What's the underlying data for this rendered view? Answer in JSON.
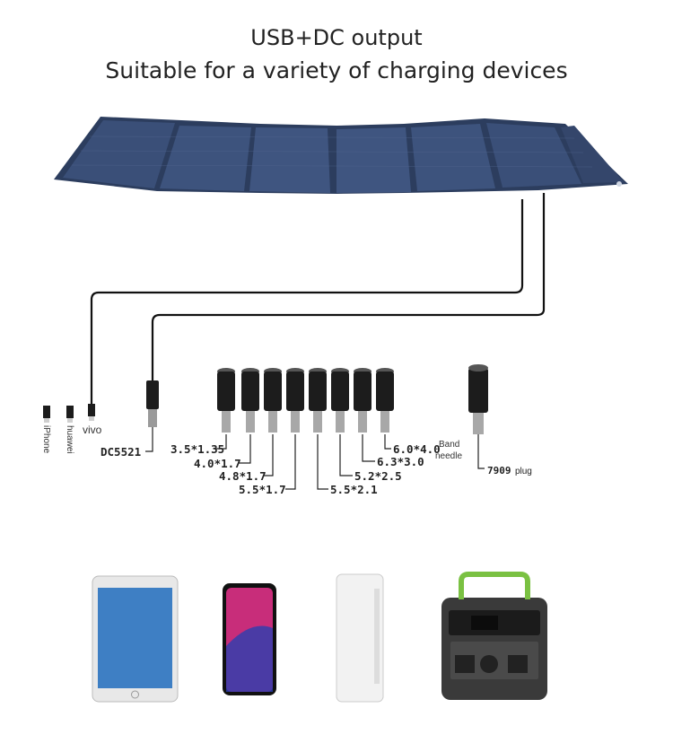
{
  "header": {
    "line1": "USB+DC output",
    "line2": "Suitable for a variety of charging devices"
  },
  "usb_connectors": {
    "iphone": "iPhone",
    "huawei": "huawei",
    "vivo": "vivo"
  },
  "dc_connector": "DC5521",
  "adapters": [
    "3.5*1.35",
    "4.0*1.7",
    "4.8*1.7",
    "5.5*1.7",
    "5.5*2.1",
    "5.2*2.5",
    "6.3*3.0",
    "6.0*4.0"
  ],
  "band_needle": [
    "Band",
    "needle"
  ],
  "plug_7909": {
    "name": "7909",
    "suffix": "plug"
  },
  "colors": {
    "panel": "#2c3d5e",
    "panel_cell": "#3b5079",
    "cable": "#111111",
    "adapter": "#1c1c1c",
    "accent_green": "#7ac142"
  },
  "devices": [
    "tablet-icon",
    "smartphone-icon",
    "power-bank-icon",
    "portable-power-station-icon"
  ]
}
